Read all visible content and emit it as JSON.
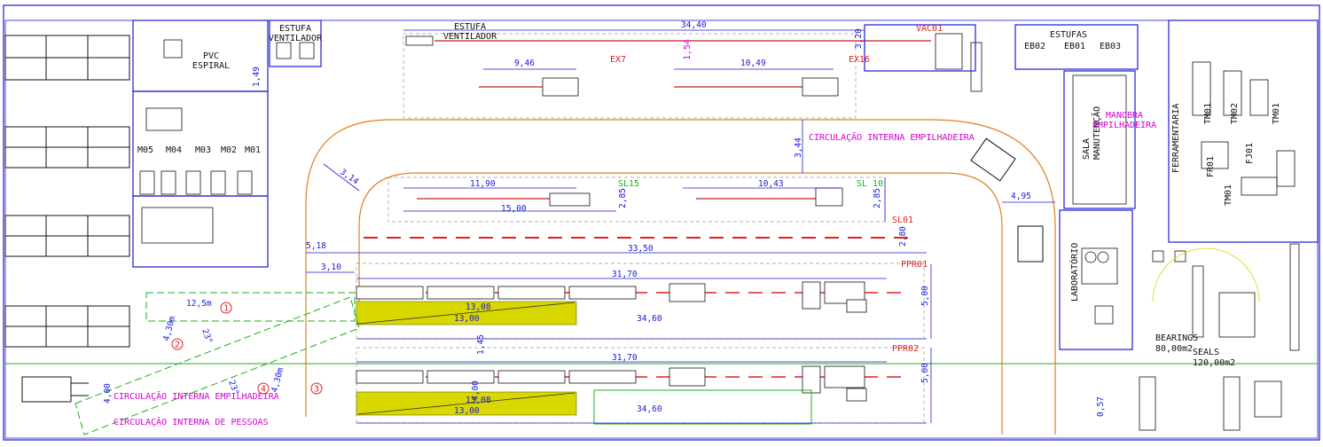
{
  "rooms": {
    "pvc_espiral": "PVC\nESPIRAL",
    "estufa_ventilador_1": "ESTUFA\nVENTILADOR",
    "estufa_ventilador_2": "ESTUFA\nVENTILADOR",
    "estufas": "ESTUFAS",
    "sala_manutencao": "SALA\nMANUTENÇÃO",
    "laboratorio": "LABORATÓRIO",
    "ferramentaria": "FERRAMENTARIA",
    "bearings": "BEARINGS",
    "bearings_area": "80,00m2",
    "seals": "SEALS",
    "seals_area": "120,00m2"
  },
  "machines": {
    "vac01": "VAC01",
    "ex7": "EX7",
    "ex16": "EX16",
    "sl15": "SL15",
    "sl10": "SL 10",
    "sl01": "SL01",
    "ppr01": "PPR01",
    "ppr02": "PPR02",
    "eb02": "EB02",
    "eb01": "EB01",
    "eb03": "EB03",
    "m05": "M05",
    "m04": "M04",
    "m03": "M03",
    "m02": "M02",
    "m01": "M01",
    "tm01": "TM01",
    "tm02": "TM02",
    "tm01b": "TM01",
    "fr01": "FR01",
    "fj01": "FJ01",
    "tm01c": "TM01"
  },
  "circulation": {
    "empilhadeira_top": "CIRCULAÇÃO INTERNA EMPILHADEIRA",
    "empilhadeira_bottom": "CIRCULAÇÃO INTERNA EMPILHADEIRA",
    "pessoas": "CIRCULAÇÃO INTERNA DE PESSOAS",
    "manobra": "MANOBRA\nEMPILHADEIRA"
  },
  "dimensions": {
    "d_1_49": "1,49",
    "d_34_40": "34,40",
    "d_3_20": "3,20",
    "d_9_46": "9,46",
    "d_1_54": "1,54",
    "d_10_49": "10,49",
    "d_3_44": "3,44",
    "d_3_14": "3,14",
    "d_11_90": "11,90",
    "d_15_00": "15,00",
    "d_2_85a": "2,85",
    "d_10_43": "10,43",
    "d_2_85b": "2,85",
    "d_4_95": "4,95",
    "d_2_80": "2,80",
    "d_5_18": "5,18",
    "d_33_50": "33,50",
    "d_3_10": "3,10",
    "d_31_70a": "31,70",
    "d_5_00a": "5,00",
    "d_13_08a": "13,08",
    "d_13_00a": "13,00",
    "d_34_60a": "34,60",
    "d_1_45": "1,45",
    "d_31_70b": "31,70",
    "d_5_00b": "5,00",
    "d_13_08b": "13,08",
    "d_13_00b": "13,00",
    "d_34_60b": "34,60",
    "d_12_5m": "12,5m",
    "d_4_30m_a": "4,30m",
    "d_23_a": "23°",
    "d_23_b": "23°",
    "d_4_30m_b": "4,30m",
    "d_4_00a": "4,00",
    "d_4_00b": "4,00",
    "d_0_57": "0,57"
  },
  "markers": [
    "1",
    "2",
    "3",
    "4"
  ],
  "colors": {
    "wall": "#1a1ad6",
    "dimension": "#1a1ad6",
    "machine_label": "#e02020",
    "annotation": "#d400d4",
    "forklift_path": "#e08020",
    "pedestrian_path": "#18b018",
    "conveyor_fill": "#d8d800"
  }
}
